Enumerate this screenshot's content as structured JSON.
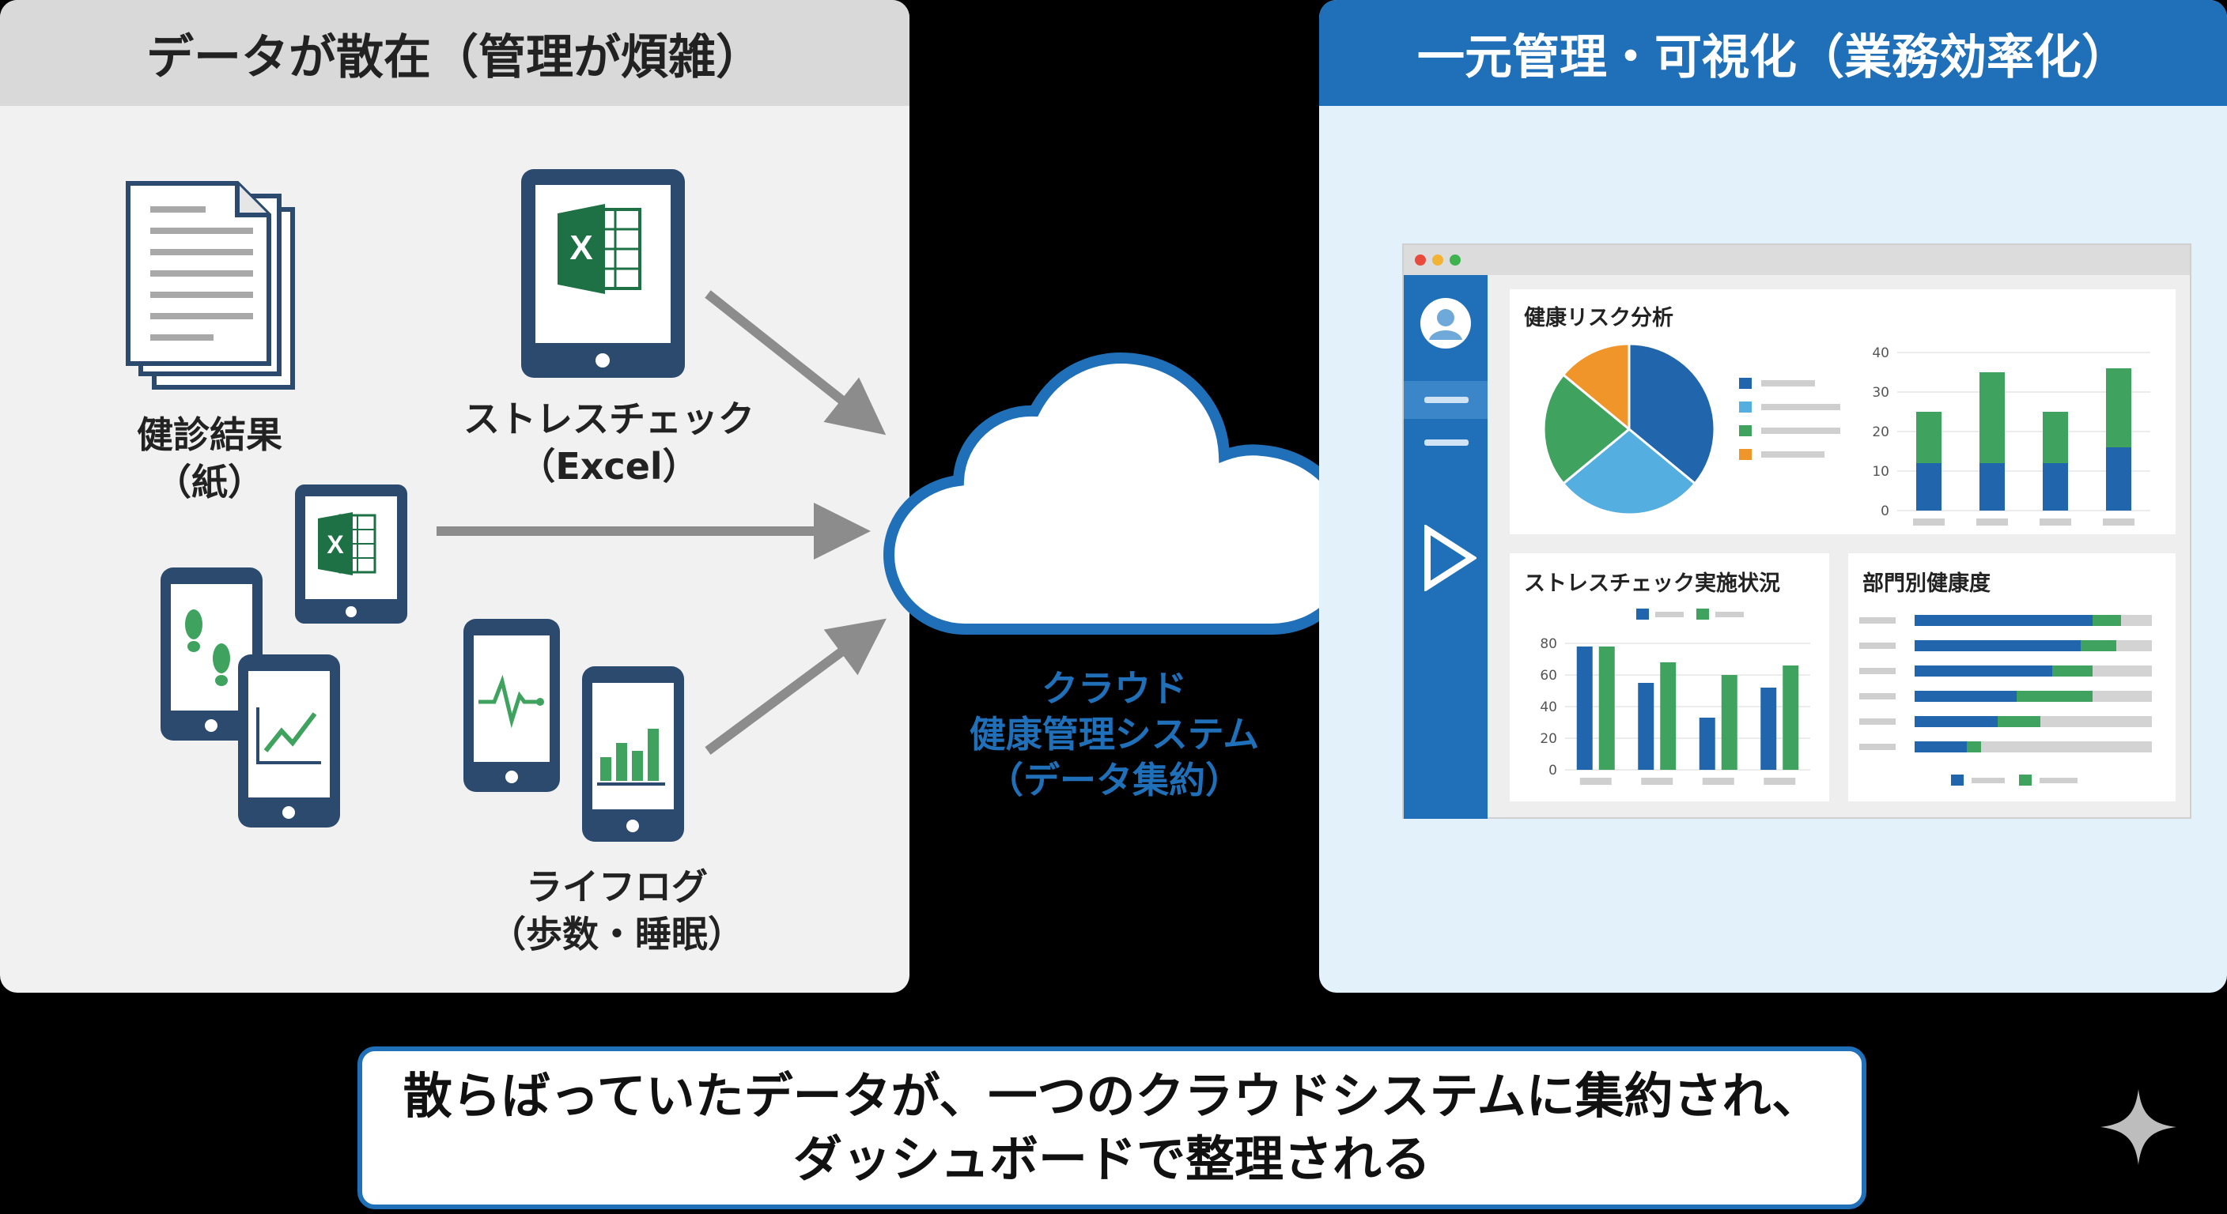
{
  "left": {
    "title": "データが散在（管理が煩雑）",
    "paper_label_1": "健診結果",
    "paper_label_2": "（紙）",
    "excel_label_1": "ストレスチェック",
    "excel_label_2": "（Excel）",
    "lifelog_label_1": "ライフログ",
    "lifelog_label_2": "（歩数・睡眠）"
  },
  "center": {
    "cloud_line_1": "クラウド",
    "cloud_line_2": "健康管理システム",
    "cloud_line_3": "（データ集約）"
  },
  "right": {
    "title": "一元管理・可視化（業務効率化）",
    "dashboard": {
      "card1_title": "健康リスク分析",
      "card2_title": "ストレスチェック実施状況",
      "card3_title": "部門別健康度",
      "bar_axis_ticks": [
        "40",
        "30",
        "20",
        "10",
        "0"
      ],
      "col_axis_ticks": [
        "80",
        "60",
        "40",
        "20",
        "0"
      ]
    }
  },
  "footer": {
    "line_1": "散らばっていたデータが、一つのクラウドシステムに集約され、",
    "line_2": "ダッシュボードで整理される"
  },
  "colors": {
    "blue": "#1f70b8",
    "dark_blue": "#2166ad",
    "green": "#3fa35f",
    "light_blue": "#55aee0",
    "orange": "#f0952a",
    "excel_green": "#1e7145",
    "device_frame": "#2c4a6e",
    "arrow_gray": "#8c8c8c"
  },
  "chart_data": [
    {
      "type": "pie",
      "title": "健康リスク分析",
      "values": [
        36,
        28,
        22,
        14
      ]
    },
    {
      "type": "bar",
      "categories": [
        "",
        "",
        "",
        ""
      ],
      "series": [
        {
          "values": [
            12,
            12,
            12,
            16
          ]
        },
        {
          "values": [
            13,
            23,
            13,
            20
          ]
        }
      ],
      "ylim": [
        0,
        40
      ],
      "yticks": [
        0,
        10,
        20,
        30,
        40
      ]
    },
    {
      "type": "bar",
      "title": "ストレスチェック実施状況",
      "categories": [
        "",
        "",
        "",
        ""
      ],
      "series": [
        {
          "values": [
            78,
            55,
            33,
            52
          ]
        },
        {
          "values": [
            78,
            68,
            60,
            66
          ]
        }
      ],
      "ylim": [
        0,
        80
      ],
      "yticks": [
        0,
        20,
        40,
        60,
        80
      ]
    },
    {
      "type": "bar",
      "title": "部門別健康度",
      "categories": [
        "",
        "",
        "",
        "",
        "",
        ""
      ],
      "series": [
        {
          "values": [
            75,
            70,
            58,
            43,
            35,
            22
          ]
        },
        {
          "values": [
            12,
            15,
            17,
            32,
            18,
            6
          ]
        }
      ],
      "xlim": [
        0,
        100
      ]
    }
  ]
}
